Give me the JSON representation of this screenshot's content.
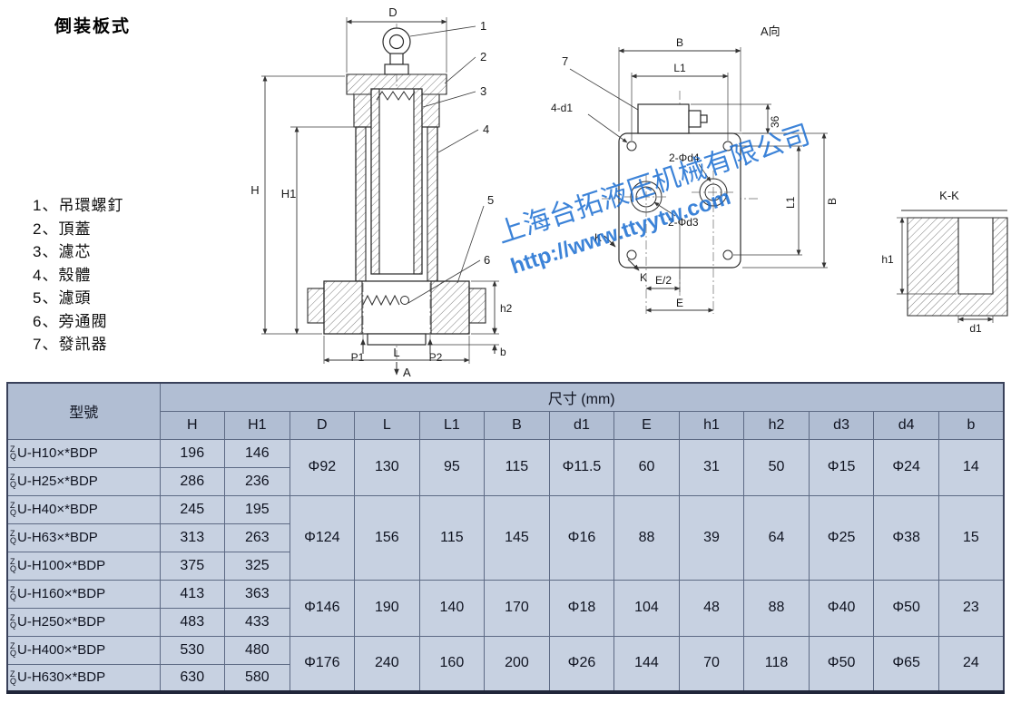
{
  "title": "倒装板式",
  "parts": [
    "1、吊環螺釘",
    "2、頂蓋",
    "3、濾芯",
    "4、殼體",
    "5、濾頭",
    "6、旁通閥",
    "7、發訊器"
  ],
  "drawing": {
    "watermark": {
      "company": "上海台拓液压机械有限公司",
      "url": "http://www.ttyytw.com",
      "color": "#1b6ed2"
    },
    "front": {
      "D": "D",
      "H": "H",
      "H1": "H1",
      "h2": "h2",
      "P1": "P1",
      "P2": "P2",
      "L": "L",
      "A": "A",
      "b": "b",
      "callouts": [
        "1",
        "2",
        "3",
        "4",
        "5",
        "6"
      ]
    },
    "top": {
      "view_label": "A向",
      "B_top": "B",
      "L1_top": "L1",
      "callout7": "7",
      "four_d1": "4-d1",
      "two_d4": "2-Φd4",
      "two_d3": "2-Φd3",
      "dim36": "36",
      "L1_right": "L1",
      "B_right": "B",
      "K1": "K",
      "K2": "K",
      "E_half": "E/2",
      "E": "E"
    },
    "section": {
      "label": "K-K",
      "h1": "h1",
      "d1": "d1"
    }
  },
  "table": {
    "model_header": "型號",
    "size_header": "尺寸 (mm)",
    "columns": [
      "H",
      "H1",
      "D",
      "L",
      "L1",
      "B",
      "d1",
      "E",
      "h1",
      "h2",
      "d3",
      "d4",
      "b"
    ],
    "prefix": [
      "Z",
      "Q"
    ],
    "shared_keys": [
      "D",
      "L",
      "L1",
      "B",
      "d1",
      "E",
      "h1",
      "h2",
      "d3",
      "d4",
      "b"
    ],
    "groups": [
      {
        "shared": {
          "D": "Φ92",
          "L": "130",
          "L1": "95",
          "B": "115",
          "d1": "Φ11.5",
          "E": "60",
          "h1": "31",
          "h2": "50",
          "d3": "Φ15",
          "d4": "Φ24",
          "b": "14"
        },
        "rows": [
          {
            "model": "U-H10×*BDP",
            "H": "196",
            "H1": "146"
          },
          {
            "model": "U-H25×*BDP",
            "H": "286",
            "H1": "236"
          }
        ]
      },
      {
        "shared": {
          "D": "Φ124",
          "L": "156",
          "L1": "115",
          "B": "145",
          "d1": "Φ16",
          "E": "88",
          "h1": "39",
          "h2": "64",
          "d3": "Φ25",
          "d4": "Φ38",
          "b": "15"
        },
        "rows": [
          {
            "model": "U-H40×*BDP",
            "H": "245",
            "H1": "195"
          },
          {
            "model": "U-H63×*BDP",
            "H": "313",
            "H1": "263"
          },
          {
            "model": "U-H100×*BDP",
            "H": "375",
            "H1": "325"
          }
        ]
      },
      {
        "shared": {
          "D": "Φ146",
          "L": "190",
          "L1": "140",
          "B": "170",
          "d1": "Φ18",
          "E": "104",
          "h1": "48",
          "h2": "88",
          "d3": "Φ40",
          "d4": "Φ50",
          "b": "23"
        },
        "rows": [
          {
            "model": "U-H160×*BDP",
            "H": "413",
            "H1": "363"
          },
          {
            "model": "U-H250×*BDP",
            "H": "483",
            "H1": "433"
          }
        ]
      },
      {
        "shared": {
          "D": "Φ176",
          "L": "240",
          "L1": "160",
          "B": "200",
          "d1": "Φ26",
          "E": "144",
          "h1": "70",
          "h2": "118",
          "d3": "Φ50",
          "d4": "Φ65",
          "b": "24"
        },
        "rows": [
          {
            "model": "U-H400×*BDP",
            "H": "530",
            "H1": "480"
          },
          {
            "model": "U-H630×*BDP",
            "H": "630",
            "H1": "580"
          }
        ]
      }
    ]
  }
}
